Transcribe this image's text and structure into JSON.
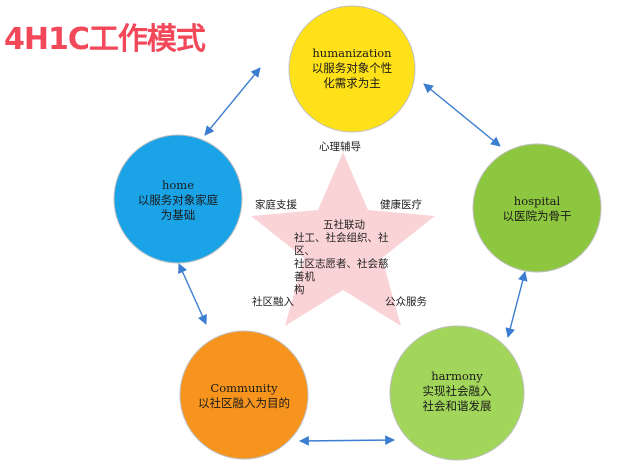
{
  "title": "4H1C工作模式",
  "colors": {
    "title": "#f3475a",
    "star": "#f9d3d5",
    "arrow": "#3b7dd0",
    "humanization": "#ffe119",
    "hospital": "#8dc63f",
    "harmony": "#a2d65a",
    "community": "#f7941d",
    "home": "#1ba3e8"
  },
  "nodes": {
    "humanization": {
      "name": "humanization",
      "lines": [
        "以服务对象个性",
        "化需求为主"
      ]
    },
    "hospital": {
      "name": "hospital",
      "lines": [
        "以医院为骨干"
      ]
    },
    "harmony": {
      "name": "harmony",
      "lines": [
        "实现社会融入",
        "社会和谐发展"
      ]
    },
    "community": {
      "name": "Community",
      "lines": [
        "以社区融入为目的"
      ]
    },
    "home": {
      "name": "home",
      "lines": [
        "以服务对象家庭",
        "为基础"
      ]
    }
  },
  "star_labels": {
    "top": "心理辅导",
    "left": "家庭支援",
    "right": "健康医疗",
    "lower_left": "社区融入",
    "lower_right": "公众服务"
  },
  "center": {
    "lines": [
      "五社联动",
      "社工、社会组织、社区、",
      "社区志愿者、社会慈善机",
      "构"
    ]
  }
}
